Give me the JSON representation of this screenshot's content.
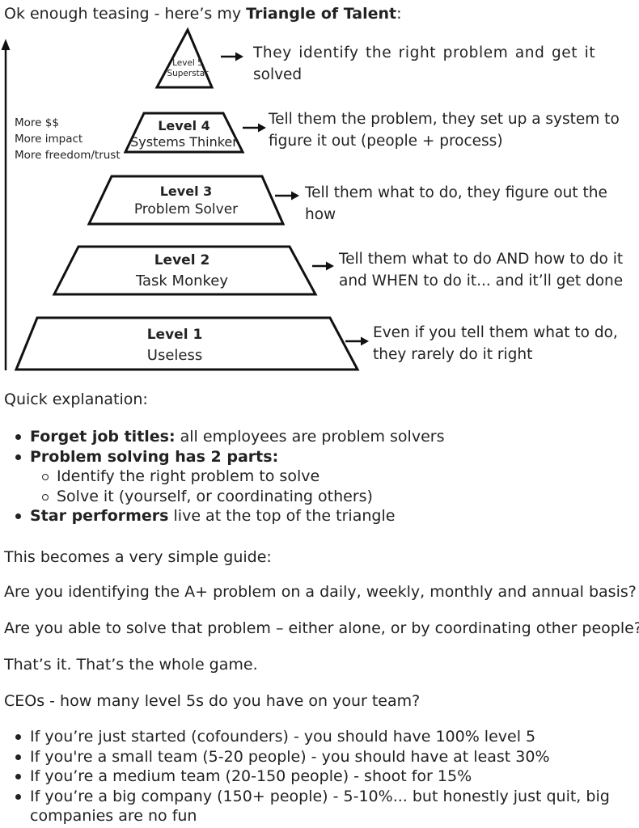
{
  "intro": {
    "prefix": "Ok enough teasing - here’s my ",
    "bold": "Triangle of Talent",
    "suffix": ":"
  },
  "diagram": {
    "axis_labels": [
      "More $$",
      "More impact",
      "More freedom/trust"
    ],
    "levels": [
      {
        "title": "Level 5",
        "name": "Superstar",
        "desc": [
          "They identify the right problem and get it",
          "solved"
        ]
      },
      {
        "title": "Level 4",
        "name": "Systems Thinker",
        "desc": [
          "Tell them the problem, they set up a system to",
          "figure it out (people + process)"
        ]
      },
      {
        "title": "Level 3",
        "name": "Problem Solver",
        "desc": [
          "Tell them what to do, they figure out the",
          "how"
        ]
      },
      {
        "title": "Level 2",
        "name": "Task Monkey",
        "desc": [
          "Tell them what to do AND how to do it",
          "and WHEN to do it... and it’ll get done"
        ]
      },
      {
        "title": "Level 1",
        "name": "Useless",
        "desc": [
          "Even if you tell them what to do,",
          "they rarely do it right"
        ]
      }
    ]
  },
  "explanation": {
    "heading": "Quick explanation:",
    "items": [
      {
        "bold": "Forget job titles:",
        "text": " all employees are problem solvers"
      },
      {
        "bold": "Problem solving has 2 parts:",
        "text": ""
      },
      {
        "bold": "Star performers",
        "text": " live at the top of the triangle"
      }
    ],
    "sub_items": [
      "Identify the right problem to solve",
      "Solve it (yourself, or coordinating others)"
    ]
  },
  "paragraphs": {
    "guide": "This becomes a very simple guide:",
    "q1": "Are you identifying the A+ problem on a daily, weekly, monthly and annual basis?",
    "q2": "Are you able to solve that problem – either alone, or by coordinating other people?",
    "whole_game": "That’s it. That’s the whole game.",
    "ceo": "CEOs - how many level 5s do you have on your team?"
  },
  "ceo_list": [
    "If you’re just started (cofounders) - you should have 100% level 5",
    "If you're a small team (5-20 people) - you should have at least 30%",
    "If you’re a medium team (20-150 people) - shoot for 15%",
    "If you’re a big company (150+ people) - 5-10%... but honestly just quit, big",
    "companies are no fun"
  ]
}
